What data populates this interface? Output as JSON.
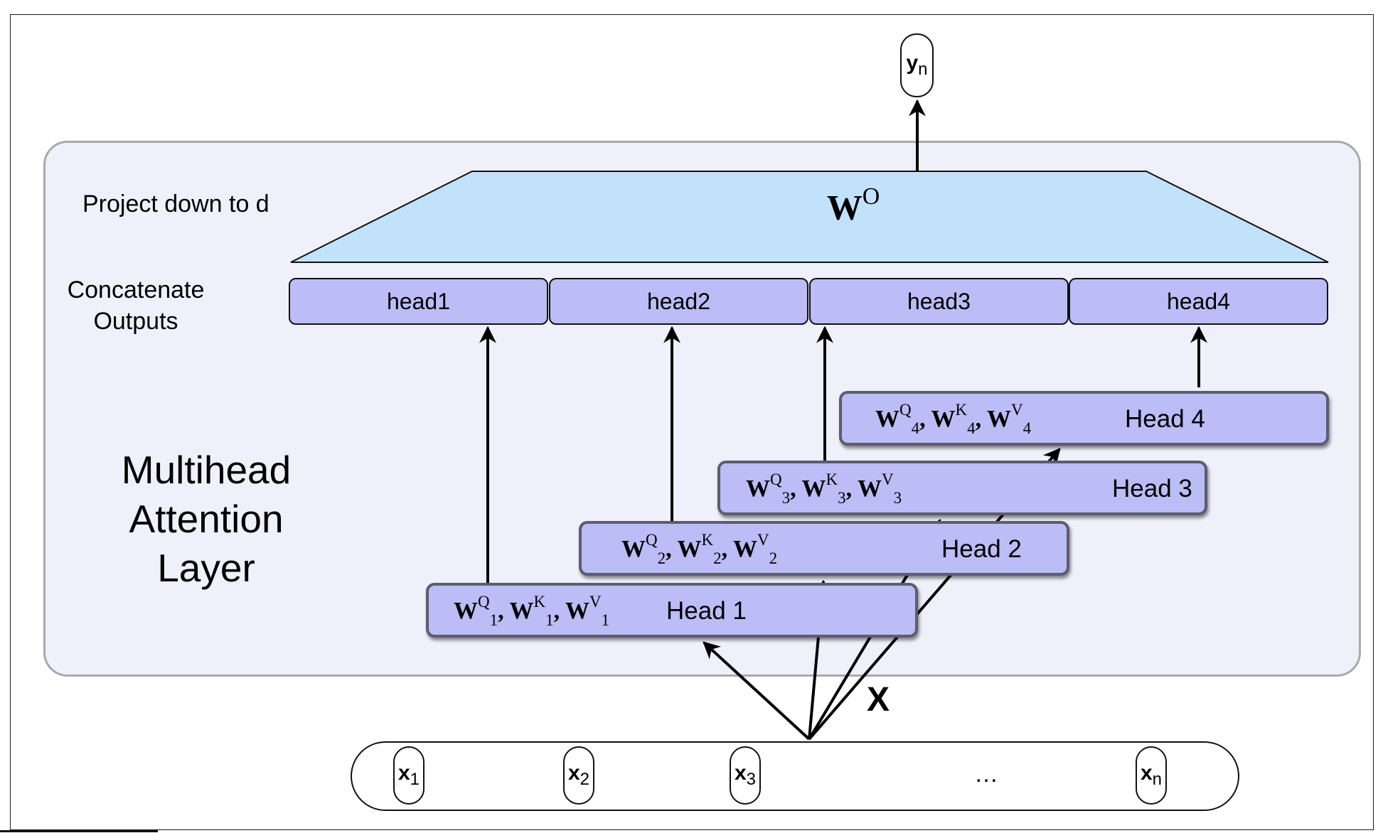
{
  "labels": {
    "project": "Project down to d",
    "concat_line1": "Concatenate",
    "concat_line2": "Outputs",
    "layer_line1": "Multihead",
    "layer_line2": "Attention",
    "layer_line3": "Layer"
  },
  "output": {
    "base": "y",
    "sub": "n"
  },
  "projection": {
    "base": "W",
    "sup": "O"
  },
  "concat_heads": [
    "head1",
    "head2",
    "head3",
    "head4"
  ],
  "heads": [
    {
      "name": "Head 1",
      "q": "Q",
      "k": "K",
      "v": "V",
      "idx": "1"
    },
    {
      "name": "Head 2",
      "q": "Q",
      "k": "K",
      "v": "V",
      "idx": "2"
    },
    {
      "name": "Head 3",
      "q": "Q",
      "k": "K",
      "v": "V",
      "idx": "3"
    },
    {
      "name": "Head 4",
      "q": "Q",
      "k": "K",
      "v": "V",
      "idx": "4"
    }
  ],
  "input": {
    "label": "X",
    "tokens": [
      {
        "base": "x",
        "sub": "1"
      },
      {
        "base": "x",
        "sub": "2"
      },
      {
        "base": "x",
        "sub": "3"
      },
      {
        "base": "x",
        "sub": "n"
      }
    ],
    "ellipsis": "…"
  },
  "colors": {
    "projection_fill": "#c2e2fb",
    "head_fill": "#bcbcf7",
    "panel_fill": "#f0f0fa",
    "panel_border": "#a9a9ad"
  }
}
